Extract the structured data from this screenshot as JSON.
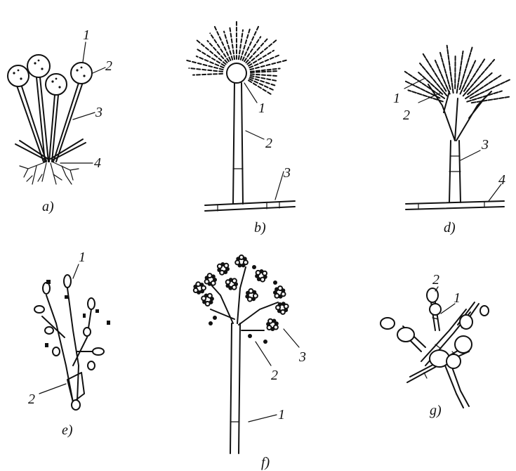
{
  "panels": {
    "a": {
      "caption": "a)",
      "labels": [
        "1",
        "2",
        "3",
        "4"
      ]
    },
    "b": {
      "caption": "b)",
      "labels": [
        "1",
        "2",
        "3"
      ]
    },
    "d": {
      "caption": "d)",
      "labels": [
        "1",
        "2",
        "3",
        "4"
      ]
    },
    "e": {
      "caption": "e)",
      "labels": [
        "1",
        "2"
      ]
    },
    "f": {
      "caption": "f)",
      "labels": [
        "1",
        "2",
        "3"
      ]
    },
    "g": {
      "caption": "g)",
      "labels": [
        "2",
        "1"
      ]
    }
  }
}
